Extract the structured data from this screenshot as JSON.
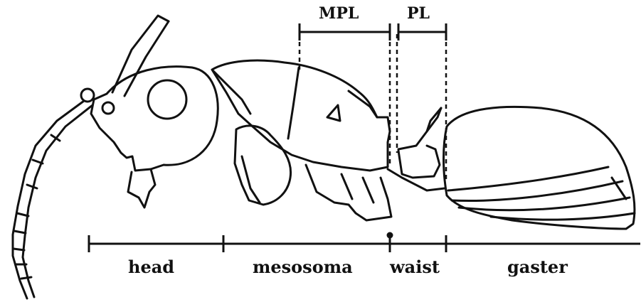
{
  "measure_labels": {
    "mpl": "MPL",
    "pl": "PL"
  },
  "region_labels": {
    "head": "head",
    "mesosoma": "mesosoma",
    "waist": "waist",
    "gaster": "gaster"
  },
  "colors": {
    "ink": "#111111",
    "background": "#ffffff"
  }
}
